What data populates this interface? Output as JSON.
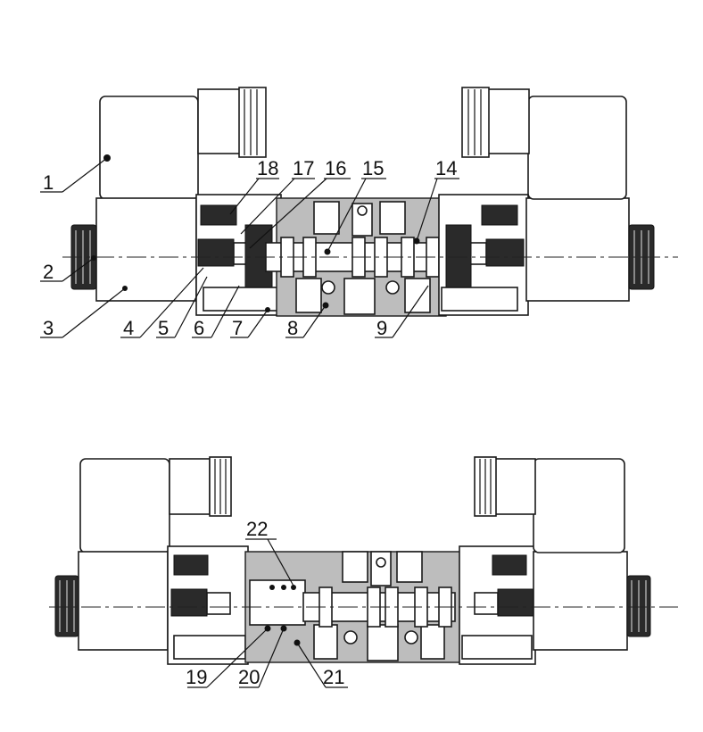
{
  "figure": {
    "top_view_labels": [
      "1",
      "2",
      "3",
      "4",
      "5",
      "6",
      "7",
      "8",
      "9",
      "14",
      "15",
      "16",
      "17",
      "18"
    ],
    "bottom_view_labels": [
      "19",
      "20",
      "21",
      "22"
    ]
  },
  "colors": {
    "outline": "#1a1a1a",
    "body_grey": "#bdbdbd",
    "background": "#ffffff"
  }
}
